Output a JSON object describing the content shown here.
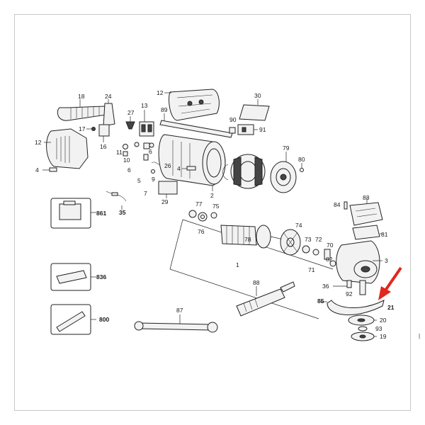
{
  "labels": {
    "p18": "18",
    "p24": "24",
    "p12a": "12",
    "p27": "27",
    "p13": "13",
    "p89": "89",
    "p30": "30",
    "p90": "90",
    "p91": "91",
    "p17": "17",
    "p16": "16",
    "p11": "11",
    "p10": "10",
    "p6a": "6",
    "p6b": "6",
    "p12b": "12",
    "p4a": "4",
    "p5": "5",
    "p26": "26",
    "p9": "9",
    "p7": "7",
    "p4b": "4",
    "p2": "2",
    "p79": "79",
    "p80": "80",
    "p29": "29",
    "p861": "861",
    "p35": "35",
    "p77": "77",
    "p75": "75",
    "p76": "76",
    "p78": "78",
    "p74": "74",
    "p73": "73",
    "p72": "72",
    "p70": "70",
    "p71": "71",
    "p1": "1",
    "p84": "84",
    "p83": "83",
    "p81": "81",
    "p3": "3",
    "p836": "836",
    "p82": "82",
    "p36": "36",
    "p92": "92",
    "p88": "88",
    "p87": "87",
    "p800": "800",
    "p85": "85",
    "p21": "21",
    "p20": "20",
    "p93": "93",
    "p19": "19"
  },
  "highlight_color": "#e0281e"
}
